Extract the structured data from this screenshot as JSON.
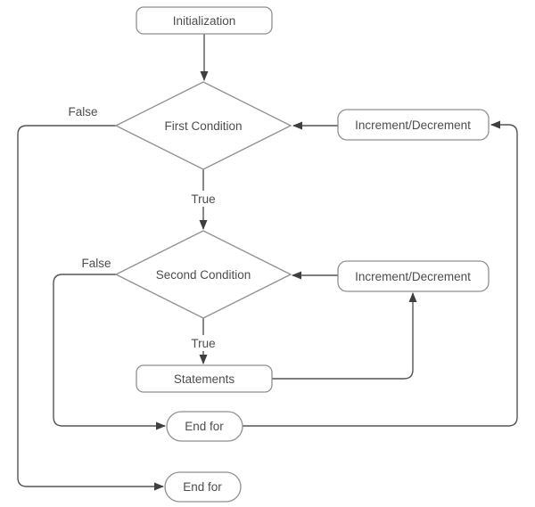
{
  "diagram": {
    "type": "flowchart",
    "description": "nested for-loop flowchart",
    "colors": {
      "background": "#ffffff",
      "shape_border": "#8f8f8f",
      "connector": "#545454",
      "arrowhead": "#3f3f3f",
      "text": "#4d4d4d"
    },
    "nodes": {
      "initialization": {
        "label": "Initialization",
        "shape": "rounded-rect"
      },
      "first_condition": {
        "label": "First Condition",
        "shape": "diamond"
      },
      "increment_decrement_outer": {
        "label": "Increment/Decrement",
        "shape": "rounded-rect"
      },
      "second_condition": {
        "label": "Second Condition",
        "shape": "diamond"
      },
      "increment_decrement_inner": {
        "label": "Increment/Decrement",
        "shape": "rounded-rect"
      },
      "statements": {
        "label": "Statements",
        "shape": "rounded-rect"
      },
      "end_for_inner": {
        "label": "End for",
        "shape": "stadium"
      },
      "end_for_outer": {
        "label": "End for",
        "shape": "stadium"
      }
    },
    "edge_labels": {
      "first_condition_true": "True",
      "first_condition_false": "False",
      "second_condition_true": "True",
      "second_condition_false": "False"
    },
    "edges": [
      {
        "from": "initialization",
        "to": "first_condition"
      },
      {
        "from": "first_condition",
        "to": "second_condition",
        "label": "True"
      },
      {
        "from": "first_condition",
        "to": "end_for_outer",
        "label": "False"
      },
      {
        "from": "second_condition",
        "to": "statements",
        "label": "True"
      },
      {
        "from": "second_condition",
        "to": "end_for_inner",
        "label": "False"
      },
      {
        "from": "statements",
        "to": "increment_decrement_inner"
      },
      {
        "from": "increment_decrement_inner",
        "to": "second_condition"
      },
      {
        "from": "end_for_inner",
        "to": "increment_decrement_outer"
      },
      {
        "from": "increment_decrement_outer",
        "to": "first_condition"
      }
    ]
  }
}
